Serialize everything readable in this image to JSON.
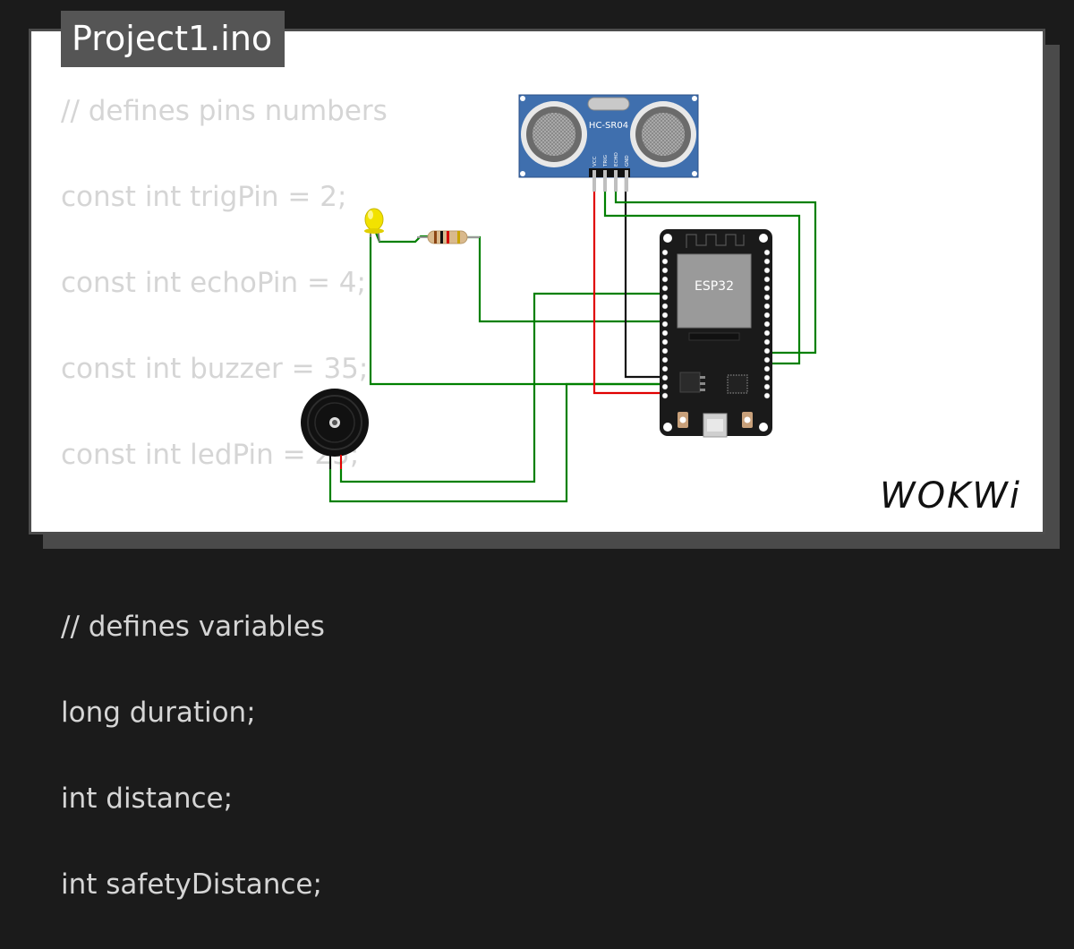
{
  "project": {
    "filename": "Project1.ino"
  },
  "code_lines": [
    "// defines pins numbers",
    "const int trigPin = 2;",
    "const int echoPin = 4;",
    "const int buzzer = 35;",
    "const int ledPin = 25;",
    "",
    "// defines variables",
    "long duration;",
    "int distance;",
    "int safetyDistance;"
  ],
  "sensor": {
    "model": "HC-SR04",
    "pins": [
      "VCC",
      "TRIG",
      "ECHO",
      "GND"
    ]
  },
  "board": {
    "label": "ESP32"
  },
  "brand": {
    "logo": "WOKWi"
  },
  "colors": {
    "background": "#1b1b1b",
    "wire_green": "#008000",
    "wire_red": "#e00000",
    "wire_black": "#111111",
    "sensor_blue": "#3f6fae",
    "board_black": "#1a1a1a",
    "led_yellow": "#f2e200"
  }
}
